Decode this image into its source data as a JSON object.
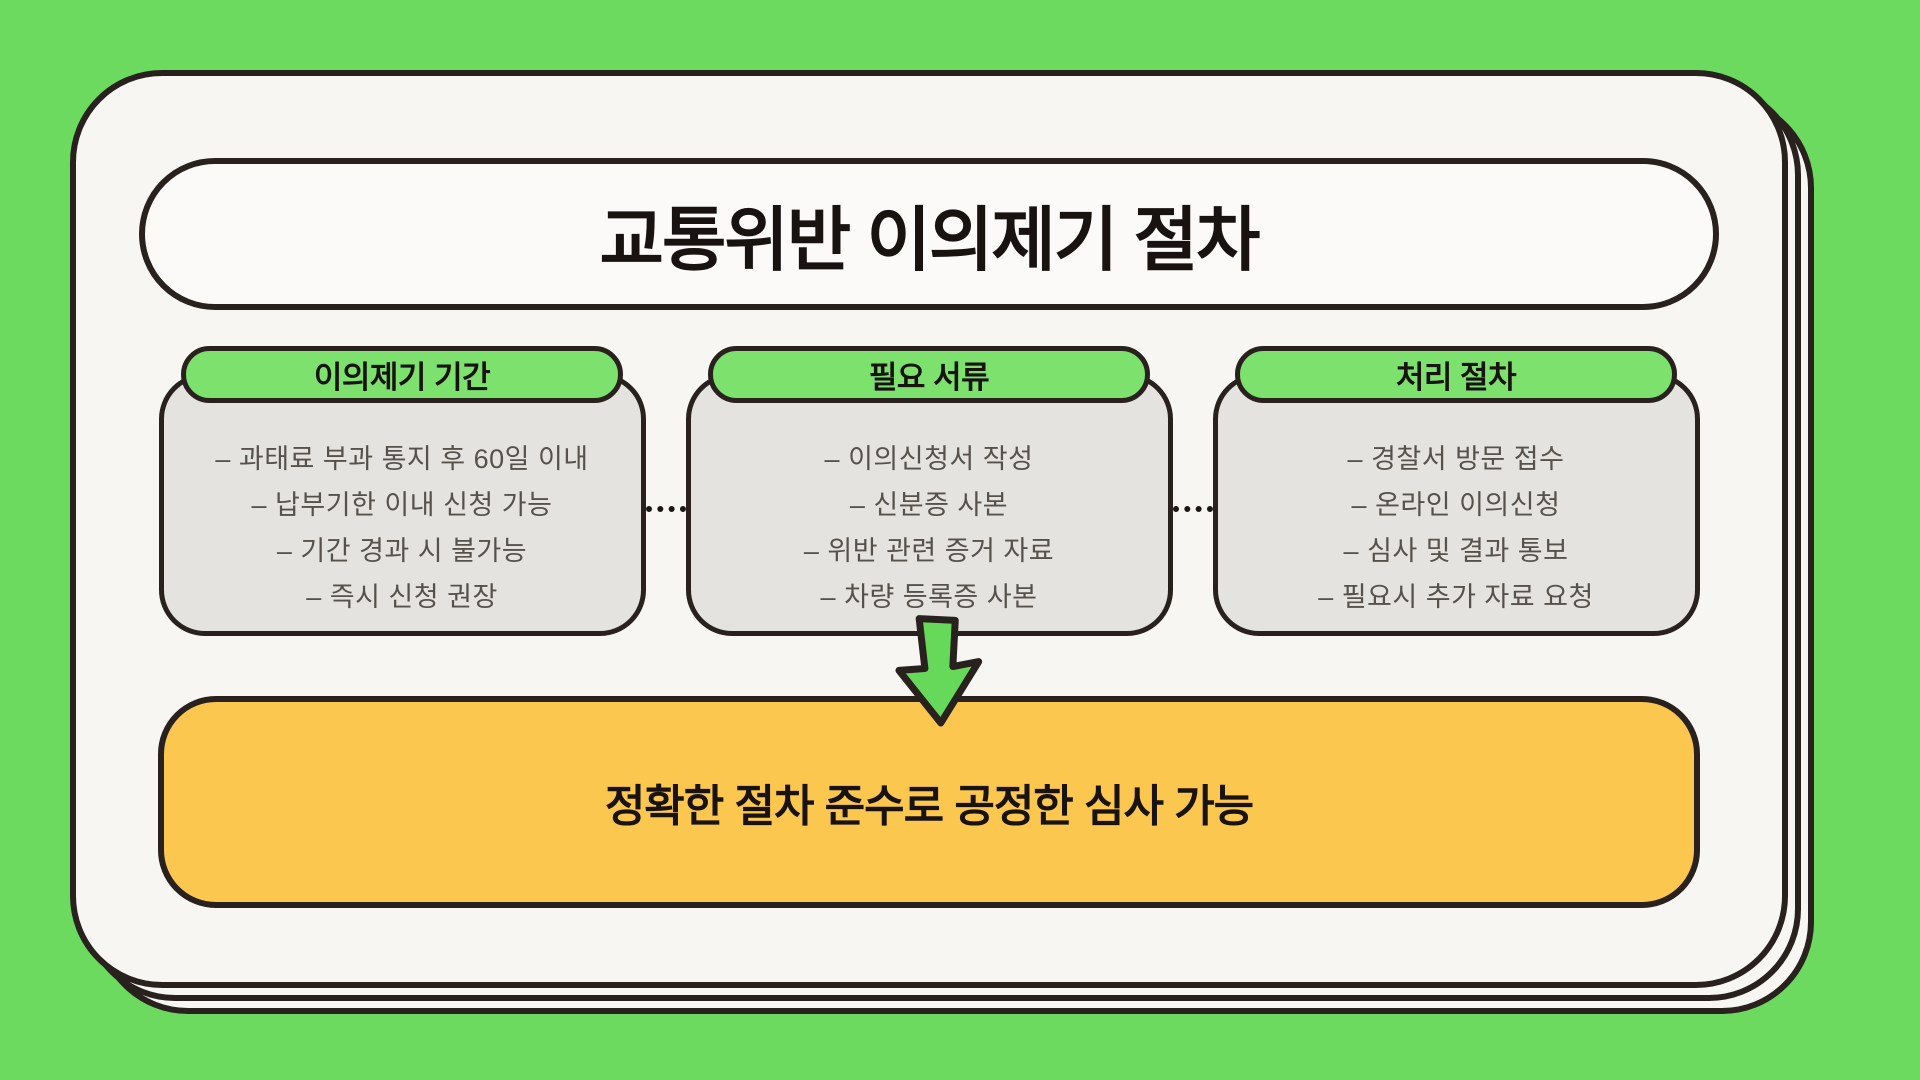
{
  "page": {
    "title": "교통위반 이의제기 절차",
    "footer_banner": "정확한 절차 준수로 공정한 심사 가능"
  },
  "columns": [
    {
      "header": "이의제기 기간",
      "items": [
        "– 과태료 부과 통지 후 60일 이내",
        "– 납부기한 이내 신청 가능",
        "– 기간 경과 시 불가능",
        "– 즉시 신청 권장"
      ]
    },
    {
      "header": "필요 서류",
      "items": [
        "– 이의신청서 작성",
        "– 신분증 사본",
        "– 위반 관련 증거 자료",
        "– 차량 등록증 사본"
      ]
    },
    {
      "header": "처리 절차",
      "items": [
        "– 경찰서 방문 접수",
        "– 온라인 이의신청",
        "– 심사 및 결과 통보",
        "– 필요시 추가 자료 요청"
      ]
    }
  ],
  "icons": [
    {
      "name": "down-arrow-icon",
      "meaning": "leads to conclusion"
    }
  ],
  "colors": {
    "background_green": "#6cda5e",
    "header_pill_green": "#7de16e",
    "arrow_green": "#66d95a",
    "card_white": "#f7f6f3",
    "box_gray": "#e4e3e0",
    "banner_yellow": "#fbc74f",
    "outline_dark": "#29211d",
    "body_text": "#56514b",
    "heading_text": "#181210"
  }
}
